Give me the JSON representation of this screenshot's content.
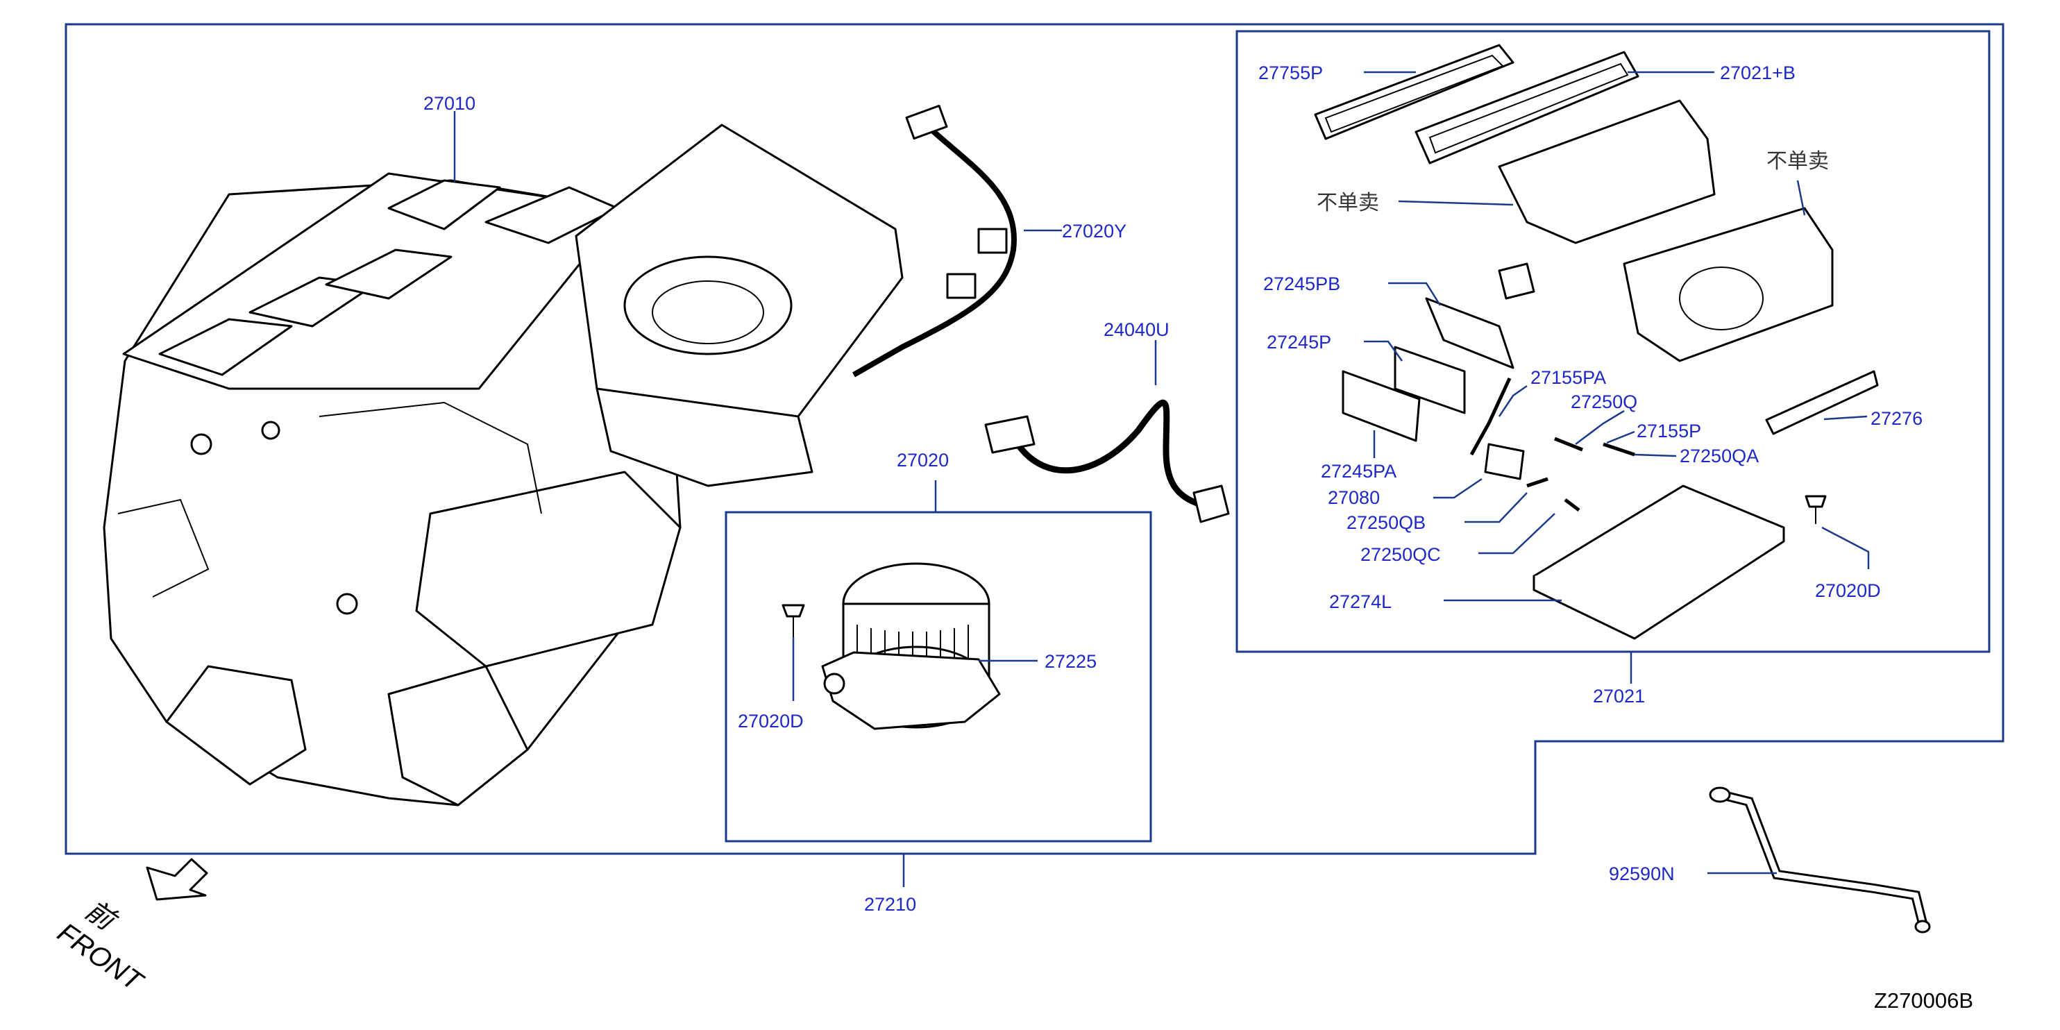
{
  "diagram": {
    "drawing_code": "Z270006B",
    "front_label_cn": "前",
    "front_label": "FRONT",
    "not_sold_separately": "不单卖",
    "colors": {
      "label": "#1e28c8",
      "frame": "#1a3a8a",
      "linework": "#000000"
    },
    "parts": {
      "p27010": "27010",
      "p27020Y": "27020Y",
      "p24040U": "24040U",
      "p27020": "27020",
      "p27225": "27225",
      "p27020D_blower": "27020D",
      "p27210": "27210",
      "p27755P": "27755P",
      "p27021B": "27021+B",
      "p27245PB": "27245PB",
      "p27245P": "27245P",
      "p27155PA": "27155PA",
      "p27250Q": "27250Q",
      "p27155P": "27155P",
      "p27250QA": "27250QA",
      "p27245PA": "27245PA",
      "p27080": "27080",
      "p27250QB": "27250QB",
      "p27250QC": "27250QC",
      "p27276": "27276",
      "p27020D_box": "27020D",
      "p27274L": "27274L",
      "p27021": "27021",
      "p92590N": "92590N"
    }
  }
}
